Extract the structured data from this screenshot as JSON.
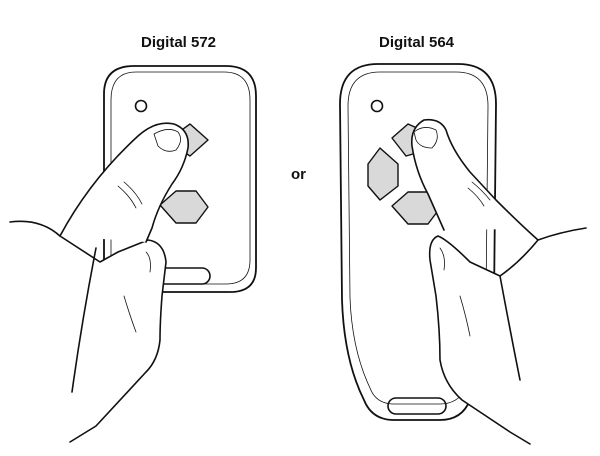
{
  "labels": {
    "left_title": "Digital 572",
    "right_title": "Digital 564",
    "separator": "or"
  },
  "colors": {
    "outline": "#111111",
    "button_fill": "#d9d9d9",
    "background": "#ffffff"
  }
}
